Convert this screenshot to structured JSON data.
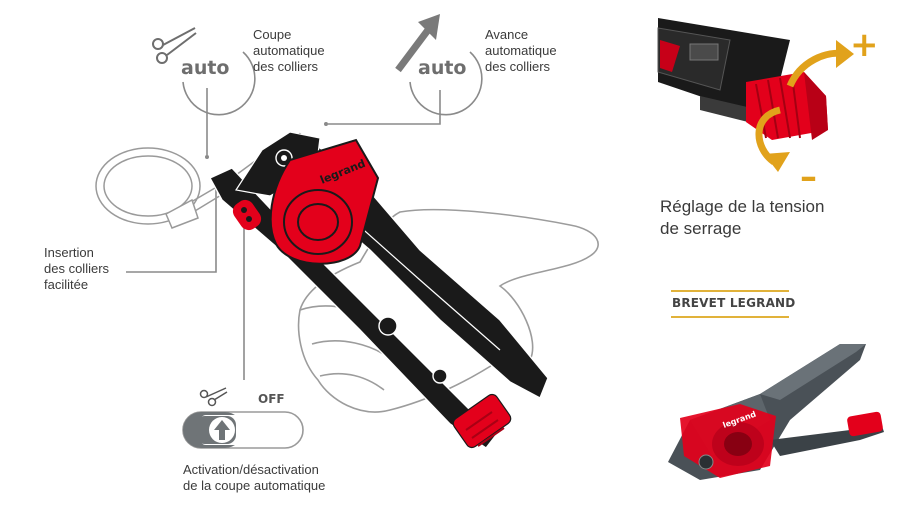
{
  "labels": {
    "coupe_auto": "Coupe\nautomatique\ndes colliers",
    "avance_auto": "Avance\nautomatique\ndes colliers",
    "insertion": "Insertion\ndes colliers\nfacilitée",
    "activation": "Activation/désactivation\nde la coupe automatique",
    "tension": "Réglage de la tension\nde serrage",
    "brevet": "BREVET LEGRAND"
  },
  "badges": {
    "auto_left": "auto",
    "auto_right": "auto",
    "off": "OFF",
    "plus": "+",
    "minus": "–"
  },
  "product": {
    "brand": "legrand"
  },
  "colors": {
    "accent_red": "#e3001b",
    "accent_gold": "#e1a21b",
    "line_grey": "#8a8a8a",
    "tool_black": "#1a1a1a",
    "tool_grey": "#4a5157"
  },
  "icons": [
    "scissors-icon",
    "arrow-up-right-icon",
    "arrow-up-icon",
    "plus-icon",
    "minus-icon"
  ]
}
